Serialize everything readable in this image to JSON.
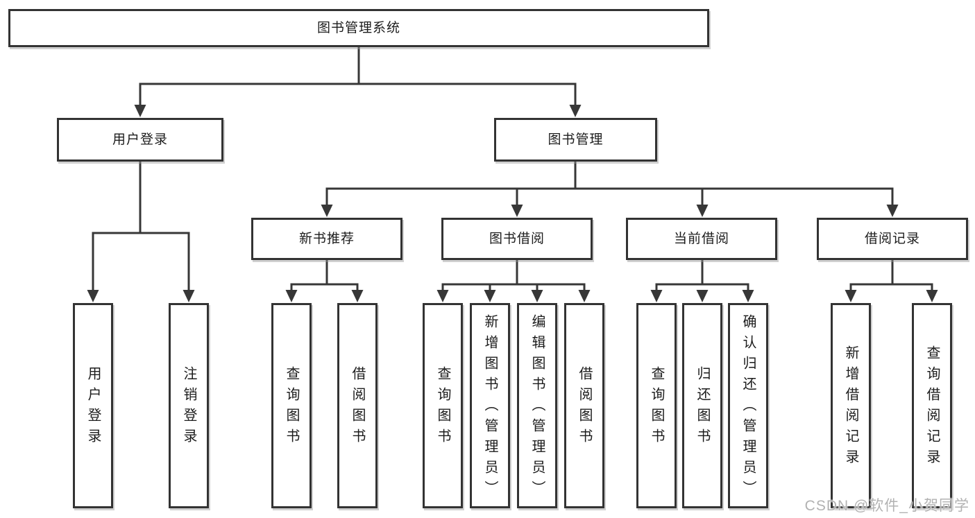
{
  "colors": {
    "background": "#ffffff",
    "line": "#373737",
    "box_border": "#333333",
    "box_fill": "#ffffff",
    "text": "#1c1c1c",
    "watermark": "#b2b2b2"
  },
  "diagram_type": "hierarchy-tree",
  "tree": {
    "label": "图书管理系统",
    "children": [
      {
        "label": "用户登录",
        "children": [
          {
            "label": "用户登录"
          },
          {
            "label": "注销登录"
          }
        ]
      },
      {
        "label": "图书管理",
        "children": [
          {
            "label": "新书推荐",
            "children": [
              {
                "label": "查询图书"
              },
              {
                "label": "借阅图书"
              }
            ]
          },
          {
            "label": "图书借阅",
            "children": [
              {
                "label": "查询图书"
              },
              {
                "label": "新增图书（管理员）"
              },
              {
                "label": "编辑图书（管理员）"
              },
              {
                "label": "借阅图书"
              }
            ]
          },
          {
            "label": "当前借阅",
            "children": [
              {
                "label": "查询图书"
              },
              {
                "label": "归还图书"
              },
              {
                "label": "确认归还（管理员）"
              }
            ]
          },
          {
            "label": "借阅记录",
            "children": [
              {
                "label": "新增借阅记录"
              },
              {
                "label": "查询借阅记录"
              }
            ]
          }
        ]
      }
    ]
  },
  "watermark": {
    "label": "CSDN @软件_小贺同学"
  }
}
